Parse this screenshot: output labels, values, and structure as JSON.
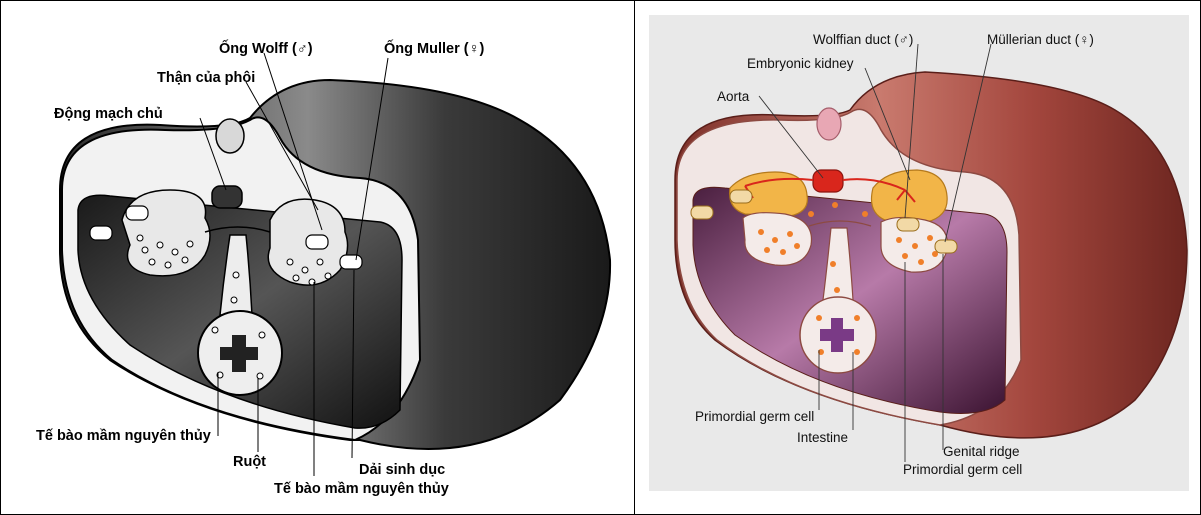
{
  "left_panel": {
    "labels": {
      "wolff": "Ống Wolff (♂)",
      "muller": "Ống Muller (♀)",
      "kidney": "Thận của phôi",
      "aorta": "Động mạch chủ",
      "germ_cell_left": "Tế bào mầm nguyên thủy",
      "intestine": "Ruột",
      "genital_ridge": "Dải sinh dục",
      "germ_cell_bottom": "Tế bào mầm nguyên thủy"
    }
  },
  "right_panel": {
    "labels": {
      "wolff": "Wolffian duct (♂)",
      "muller": "Müllerian duct (♀)",
      "kidney": "Embryonic kidney",
      "aorta": "Aorta",
      "germ_cell_left": "Primordial germ cell",
      "intestine": "Intestine",
      "genital_ridge": "Genital ridge",
      "germ_cell_bottom": "Primordial germ cell"
    }
  },
  "colors": {
    "right_bg": "#e9e9e9",
    "tissue_pink": "#efe3e0",
    "wall_red": "#b5574e",
    "kidney_orange": "#f2b548",
    "aorta_red": "#d9261c",
    "germ_cell": "#f07f2a",
    "intestine_purple": "#7a3a86"
  }
}
